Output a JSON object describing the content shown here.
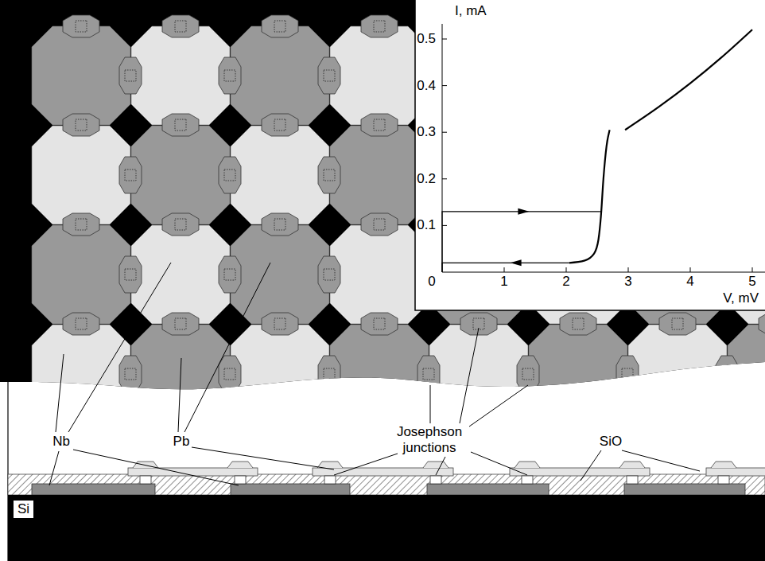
{
  "diagram": {
    "labels": [
      "I, mA",
      "0.5",
      "0.4",
      "0.3",
      "0.2",
      "0.1",
      "0",
      "1",
      "2",
      "3",
      "4",
      "5",
      "V, mV",
      "Nb",
      "Pb",
      "Josephson junctions",
      "SiO",
      "Si"
    ]
  }
}
